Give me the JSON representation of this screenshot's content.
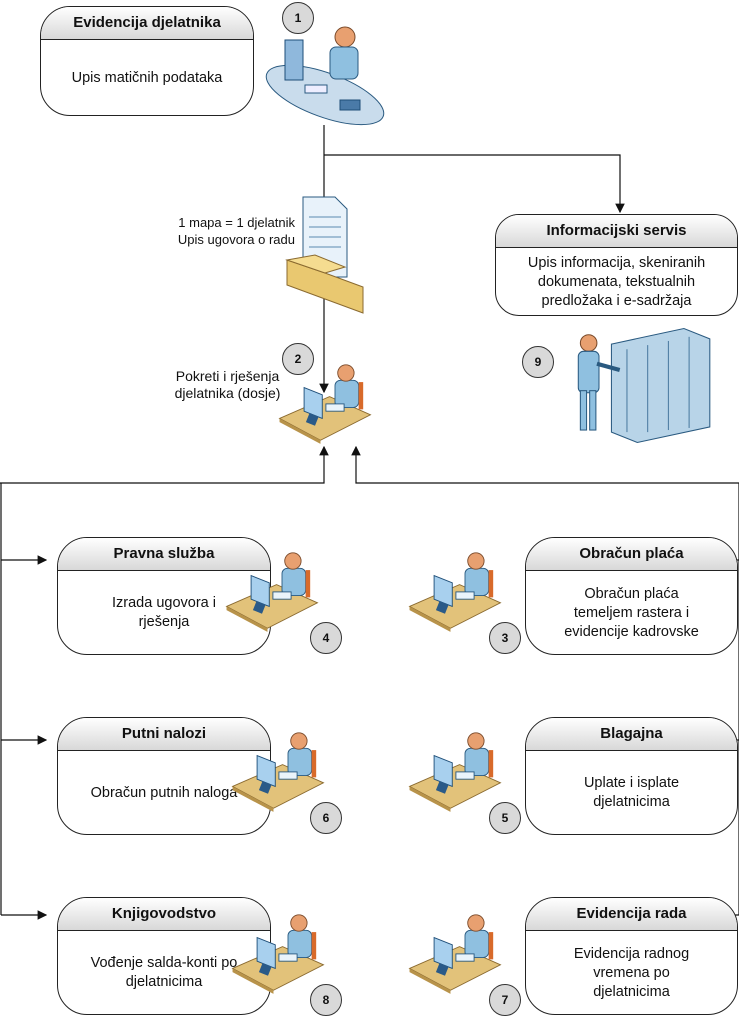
{
  "top": {
    "title": "Evidencija djelatnika",
    "body": "Upis matičnih podataka",
    "step": "1"
  },
  "folder_label": "1 mapa = 1 djelatnik\nUpis ugovora o radu",
  "dossier": {
    "label": "Pokreti i rješenja\ndjelatnika (dosje)",
    "step": "2"
  },
  "info": {
    "title": "Informacijski servis",
    "body": "Upis informacija, skeniranih\ndokumenata, tekstualnih\npredložaka i e-sadržaja",
    "step": "9"
  },
  "pravna": {
    "title": "Pravna služba",
    "body": "Izrada ugovora i\nrješenja",
    "step": "4"
  },
  "obracun": {
    "title": "Obračun plaća",
    "body": "Obračun plaća\ntemeljem rastera i\nevidencije kadrovske",
    "step": "3"
  },
  "putni": {
    "title": "Putni nalozi",
    "body": "Obračun putnih naloga",
    "step": "6"
  },
  "blagajna": {
    "title": "Blagajna",
    "body": "Uplate i isplate\ndjelatnicima",
    "step": "5"
  },
  "knjig": {
    "title": "Knjigovodstvo",
    "body": "Vođenje salda-konti po\ndjelatnicima",
    "step": "8"
  },
  "evrad": {
    "title": "Evidencija rada",
    "body": "Evidencija radnog\nvremena po\ndjelatnicima",
    "step": "7"
  }
}
